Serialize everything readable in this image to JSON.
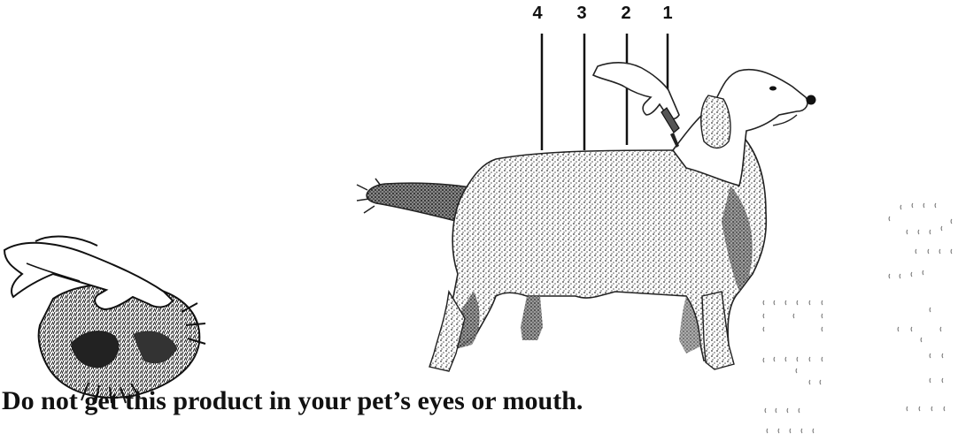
{
  "callouts": {
    "n4": "4",
    "n3": "3",
    "n2": "2",
    "n1": "1"
  },
  "caption": "Do not get this product in your pet’s eyes or mouth.",
  "icons": {
    "small_dog": "small-dog-with-hand-illustration",
    "large_dog": "dog-application-points-illustration",
    "dropper": "applicator-tube-icon",
    "speckle": "speckle-pattern"
  }
}
